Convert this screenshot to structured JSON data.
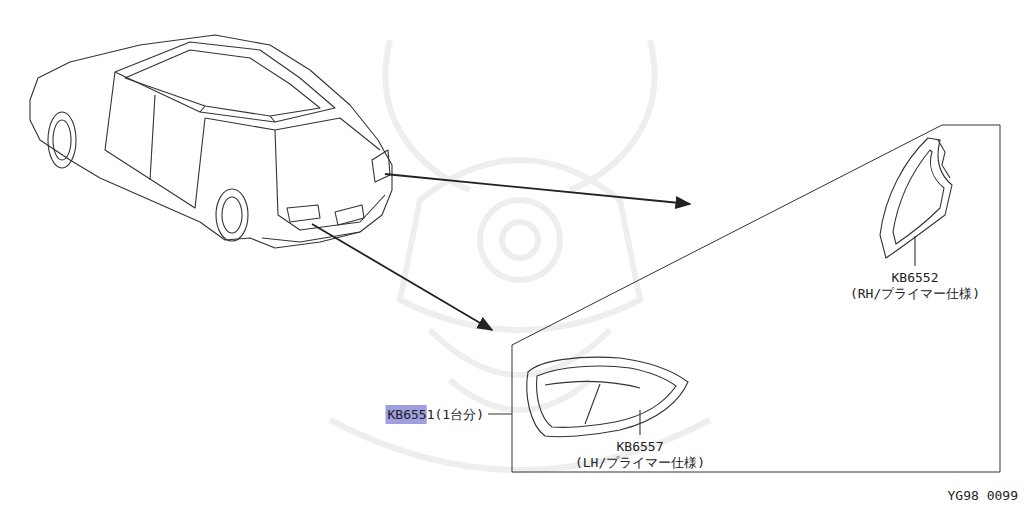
{
  "diagram": {
    "labels": [
      "KB6552",
      "(RH/プライマー仕様)",
      "KB6551(1台分)",
      "KB6557",
      "(LH/プライマー仕様)",
      "YG98 0099"
    ]
  }
}
